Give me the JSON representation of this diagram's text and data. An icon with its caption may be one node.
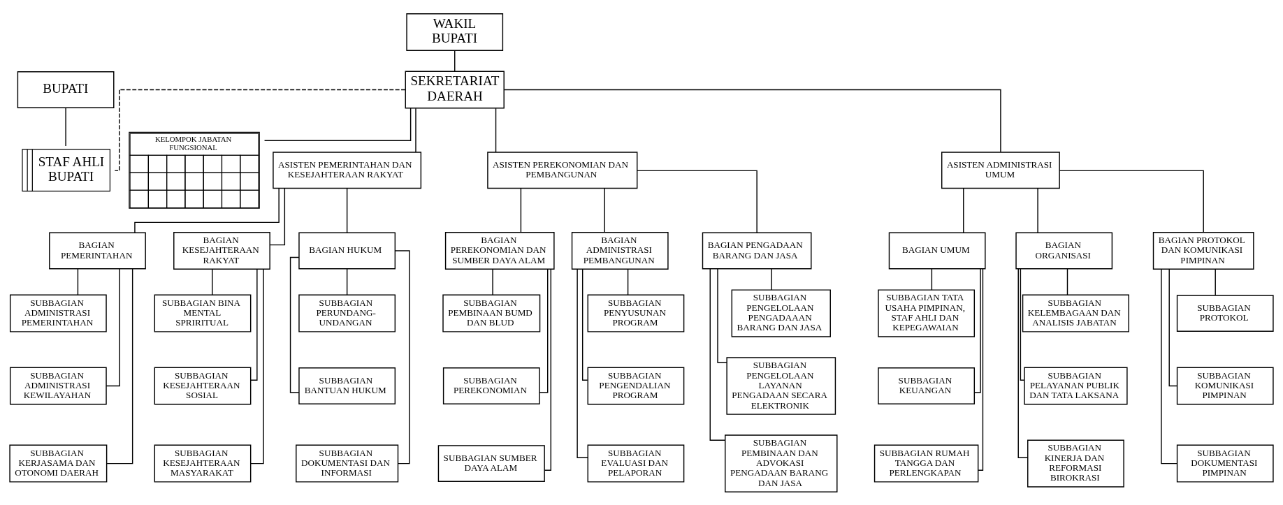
{
  "diagram": {
    "nodes": [
      {
        "text": [
          "BUPATI"
        ]
      },
      {
        "text": [
          "WAKIL BUPATI"
        ]
      },
      {
        "text": [
          "SEKRETARIAT DAERAH"
        ]
      },
      {
        "text": [
          "KELOMPOK JABATAN FUNGSIONAL"
        ]
      },
      {
        "text": [
          "ASISTEN PEMERINTAHAN DAN KESEJAHTERAAN RAKYAT"
        ]
      },
      {
        "text": [
          "ASISTEN PEREKONOMIAN DAN PEMBANGUNAN"
        ]
      },
      {
        "text": [
          "ASISTEN ADMINISTRASI UMUM"
        ]
      },
      {
        "text": [
          "STAF AHLI BUPATI"
        ]
      },
      {
        "text": [
          "BAGIAN PEMERINTAHAN"
        ]
      },
      {
        "text": [
          "SUBBAGIAN ADMINISTRASI PEMERINTAHAN"
        ]
      },
      {
        "text": [
          "SUBBAGIAN ADMINISTRASI KEWILAYAHAN"
        ]
      },
      {
        "text": [
          "SUBBAGIAN KERJASAMA DAN OTONOMI DAERAH"
        ]
      },
      {
        "text": [
          "BAGIAN KESEJAHTERAAN RAKYAT"
        ]
      },
      {
        "text": [
          "SUBBAGIAN BINA MENTAL SPRIRITUAL"
        ]
      },
      {
        "text": [
          "SUBBAGIAN KESEJAHTERAAN SOSIAL"
        ]
      },
      {
        "text": [
          "SUBBAGIAN KESEJAHTERAAN MASYARAKAT"
        ]
      },
      {
        "text": [
          "BAGIAN HUKUM"
        ]
      },
      {
        "text": [
          "SUBBAGIAN PERUNDANG-UNDANGAN"
        ]
      },
      {
        "text": [
          "SUBBAGIAN BANTUAN HUKUM"
        ]
      },
      {
        "text": [
          "SUBBAGIAN DOKUMENTASI DAN INFORMASI"
        ]
      },
      {
        "text": [
          "BAGIAN PEREKONOMIAN DAN SUMBER DAYA ALAM"
        ]
      },
      {
        "text": [
          "SUBBAGIAN PEMBINAAN BUMD DAN BLUD"
        ]
      },
      {
        "text": [
          "SUBBAGIAN PEREKONOMIAN"
        ]
      },
      {
        "text": [
          "SUBBAGIAN SUMBER DAYA ALAM"
        ]
      },
      {
        "text": [
          "BAGIAN ADMINISTRASI PEMBANGUNAN"
        ]
      },
      {
        "text": [
          "SUBBAGIAN PENYUSUNAN PROGRAM"
        ]
      },
      {
        "text": [
          "SUBBAGIAN PENGENDALIAN PROGRAM"
        ]
      },
      {
        "text": [
          "SUBBAGIAN EVALUASI DAN PELAPORAN"
        ]
      },
      {
        "text": [
          "BAGIAN PENGADAAN BARANG DAN JASA"
        ]
      },
      {
        "text": [
          "SUBBAGIAN PENGELOLAAN PENGADAAAN BARANG DAN JASA"
        ]
      },
      {
        "text": [
          "SUBBAGIAN PENGELOLAAN LAYANAN PENGADAAN SECARA ELEKTRONIK"
        ]
      },
      {
        "text": [
          "SUBBAGIAN PEMBINAAN DAN ADVOKASI PENGADAAN BARANG DAN JASA"
        ]
      },
      {
        "text": [
          "BAGIAN UMUM"
        ]
      },
      {
        "text": [
          "SUBBAGIAN TATA USAHA PIMPINAN, STAF AHLI DAN KEPEGAWAIAN"
        ]
      },
      {
        "text": [
          "SUBBAGIAN KEUANGAN"
        ]
      },
      {
        "text": [
          "SUBBAGIAN RUMAH TANGGA DAN PERLENGKAPAN"
        ]
      },
      {
        "text": [
          "BAGIAN ORGANISASI"
        ]
      },
      {
        "text": [
          "SUBBAGIAN KELEMBAGAAN DAN ANALISIS JABATAN"
        ]
      },
      {
        "text": [
          "SUBBAGIAN PELAYANAN PUBLIK DAN TATA LAKSANA"
        ]
      },
      {
        "text": [
          "SUBBAGIAN KINERJA DAN REFORMASI BIROKRASI"
        ]
      },
      {
        "text": [
          "BAGIAN PROTOKOL DAN KOMUNIKASI PIMPINAN"
        ]
      },
      {
        "text": [
          "SUBBAGIAN PROTOKOL"
        ]
      },
      {
        "text": [
          "SUBBAGIAN KOMUNIKASI PIMPINAN"
        ]
      },
      {
        "text": [
          "SUBBAGIAN DOKUMENTASI PIMPINAN"
        ]
      }
    ],
    "edges": [
      {
        "from": 0,
        "to": 7,
        "arrow": "none"
      },
      {
        "from": 1,
        "to": 2,
        "arrow": "none"
      },
      {
        "from": 2,
        "to": 3,
        "arrow": "none"
      },
      {
        "from": 2,
        "to": 4,
        "arrow": "none"
      },
      {
        "from": 2,
        "to": 5,
        "arrow": "none"
      },
      {
        "from": 2,
        "to": 6,
        "arrow": "none"
      },
      {
        "from": 2,
        "to": 7,
        "arrow": "none",
        "style": "dashed"
      },
      {
        "from": 4,
        "to": 8,
        "arrow": "none"
      },
      {
        "from": 4,
        "to": 12,
        "arrow": "none"
      },
      {
        "from": 4,
        "to": 16,
        "arrow": "none"
      },
      {
        "from": 5,
        "to": 20,
        "arrow": "none"
      },
      {
        "from": 5,
        "to": 24,
        "arrow": "none"
      },
      {
        "from": 5,
        "to": 28,
        "arrow": "none"
      },
      {
        "from": 6,
        "to": 32,
        "arrow": "none"
      },
      {
        "from": 6,
        "to": 36,
        "arrow": "none"
      },
      {
        "from": 6,
        "to": 40,
        "arrow": "none"
      },
      {
        "from": 8,
        "to": 9,
        "arrow": "none"
      },
      {
        "from": 8,
        "to": 10,
        "arrow": "none"
      },
      {
        "from": 8,
        "to": 11,
        "arrow": "none"
      },
      {
        "from": 12,
        "to": 13,
        "arrow": "none"
      },
      {
        "from": 12,
        "to": 14,
        "arrow": "none"
      },
      {
        "from": 12,
        "to": 15,
        "arrow": "none"
      },
      {
        "from": 16,
        "to": 17,
        "arrow": "none"
      },
      {
        "from": 16,
        "to": 18,
        "arrow": "none"
      },
      {
        "from": 16,
        "to": 19,
        "arrow": "none"
      },
      {
        "from": 20,
        "to": 21,
        "arrow": "none"
      },
      {
        "from": 20,
        "to": 22,
        "arrow": "none"
      },
      {
        "from": 20,
        "to": 23,
        "arrow": "none"
      },
      {
        "from": 24,
        "to": 25,
        "arrow": "none"
      },
      {
        "from": 24,
        "to": 26,
        "arrow": "none"
      },
      {
        "from": 24,
        "to": 27,
        "arrow": "none"
      },
      {
        "from": 28,
        "to": 29,
        "arrow": "none"
      },
      {
        "from": 28,
        "to": 30,
        "arrow": "none"
      },
      {
        "from": 28,
        "to": 31,
        "arrow": "none"
      },
      {
        "from": 32,
        "to": 33,
        "arrow": "none"
      },
      {
        "from": 32,
        "to": 34,
        "arrow": "none"
      },
      {
        "from": 32,
        "to": 35,
        "arrow": "none"
      },
      {
        "from": 36,
        "to": 37,
        "arrow": "none"
      },
      {
        "from": 36,
        "to": 38,
        "arrow": "none"
      },
      {
        "from": 36,
        "to": 39,
        "arrow": "none"
      },
      {
        "from": 40,
        "to": 41,
        "arrow": "none"
      },
      {
        "from": 40,
        "to": 42,
        "arrow": "none"
      },
      {
        "from": 40,
        "to": 43,
        "arrow": "none"
      }
    ]
  }
}
